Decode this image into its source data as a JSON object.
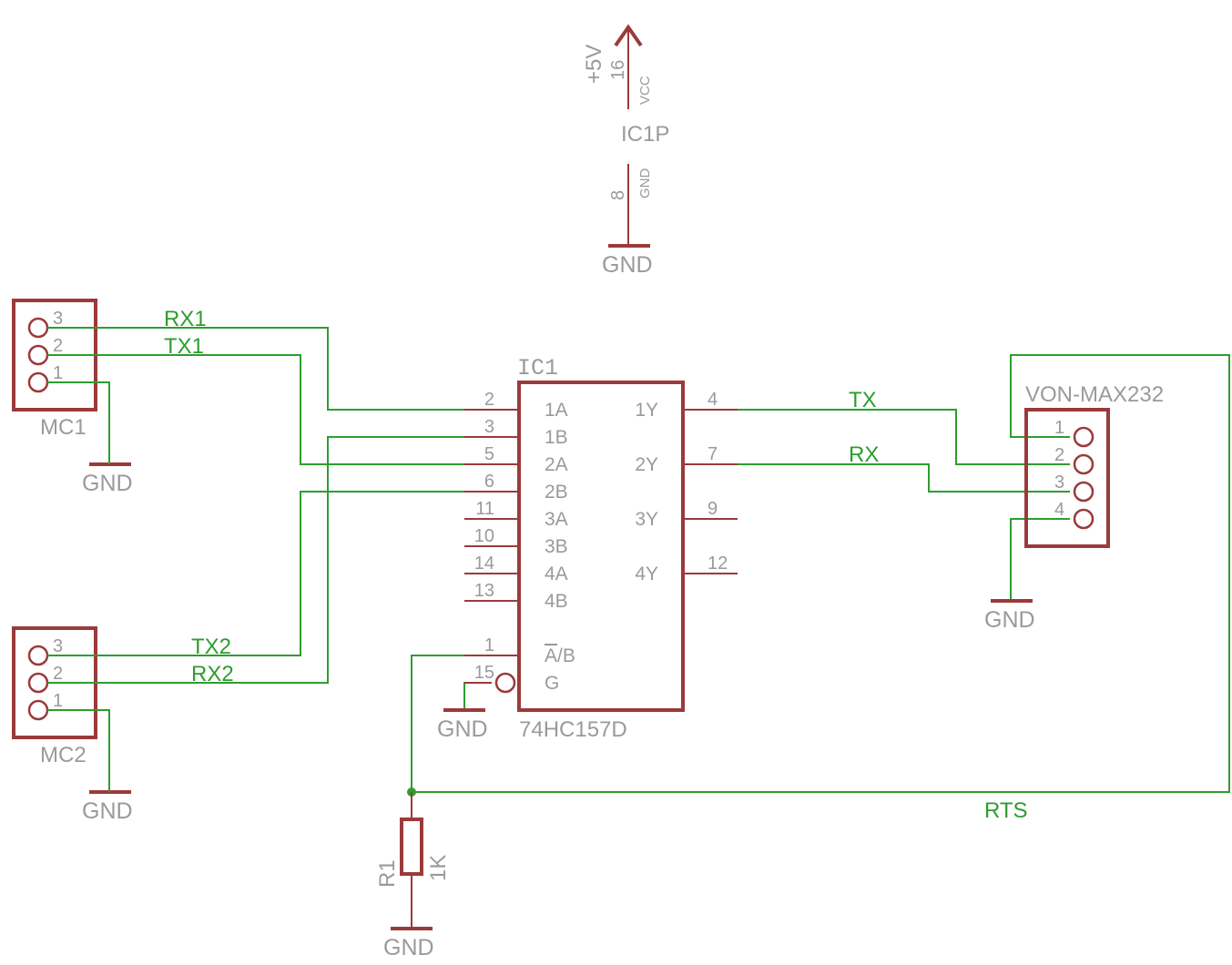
{
  "power_block": {
    "supply_label": "+5V",
    "vcc_pin": "16",
    "vcc_name": "VCC",
    "part_name": "IC1P",
    "gnd_pin": "8",
    "gnd_name": "GND",
    "gnd_symbol_label": "GND"
  },
  "connectors": {
    "mc1": {
      "name": "MC1",
      "pins": [
        "3",
        "2",
        "1"
      ],
      "gnd_label": "GND"
    },
    "mc2": {
      "name": "MC2",
      "pins": [
        "3",
        "2",
        "1"
      ],
      "gnd_label": "GND"
    },
    "max232": {
      "name": "VON-MAX232",
      "pins": [
        "1",
        "2",
        "3",
        "4"
      ],
      "gnd_label": "GND"
    }
  },
  "ic1": {
    "name": "IC1",
    "value": "74HC157D",
    "left_pins": [
      {
        "num": "2",
        "name": "1A"
      },
      {
        "num": "3",
        "name": "1B"
      },
      {
        "num": "5",
        "name": "2A"
      },
      {
        "num": "6",
        "name": "2B"
      },
      {
        "num": "11",
        "name": "3A"
      },
      {
        "num": "10",
        "name": "3B"
      },
      {
        "num": "14",
        "name": "4A"
      },
      {
        "num": "13",
        "name": "4B"
      }
    ],
    "select_pin": {
      "num": "1",
      "name_overbar": "A",
      "name_rest": "/B"
    },
    "enable_pin": {
      "num": "15",
      "name": "G"
    },
    "right_pins": [
      {
        "num": "4",
        "name": "1Y"
      },
      {
        "num": "7",
        "name": "2Y"
      },
      {
        "num": "9",
        "name": "3Y"
      },
      {
        "num": "12",
        "name": "4Y"
      }
    ],
    "gnd_label": "GND"
  },
  "resistor": {
    "name": "R1",
    "value": "1K",
    "gnd_label": "GND"
  },
  "nets": {
    "rx1": "RX1",
    "tx1": "TX1",
    "tx2": "TX2",
    "rx2": "RX2",
    "tx": "TX",
    "rx": "RX",
    "rts": "RTS"
  },
  "colors": {
    "symbol": "#9b3a3a",
    "wire": "#2e9d2e",
    "text": "#9a9a9a",
    "background": "#ffffff"
  }
}
